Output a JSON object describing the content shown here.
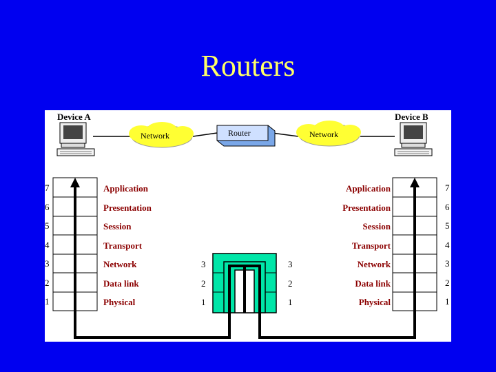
{
  "title": "Routers",
  "device_a": "Device A",
  "device_b": "Device B",
  "network_label": "Network",
  "router_label": "Router",
  "layers": [
    {
      "num": "7",
      "name": "Application"
    },
    {
      "num": "6",
      "name": "Presentation"
    },
    {
      "num": "5",
      "name": "Session"
    },
    {
      "num": "4",
      "name": "Transport"
    },
    {
      "num": "3",
      "name": "Network"
    },
    {
      "num": "2",
      "name": "Data link"
    },
    {
      "num": "1",
      "name": "Physical"
    }
  ],
  "router_layers": [
    "3",
    "2",
    "1"
  ],
  "colors": {
    "background": "#0000f0",
    "title": "#ffff66",
    "cloud": "#ffff33",
    "router_stack": "#00e6a8",
    "layer_text": "#8b0000"
  }
}
